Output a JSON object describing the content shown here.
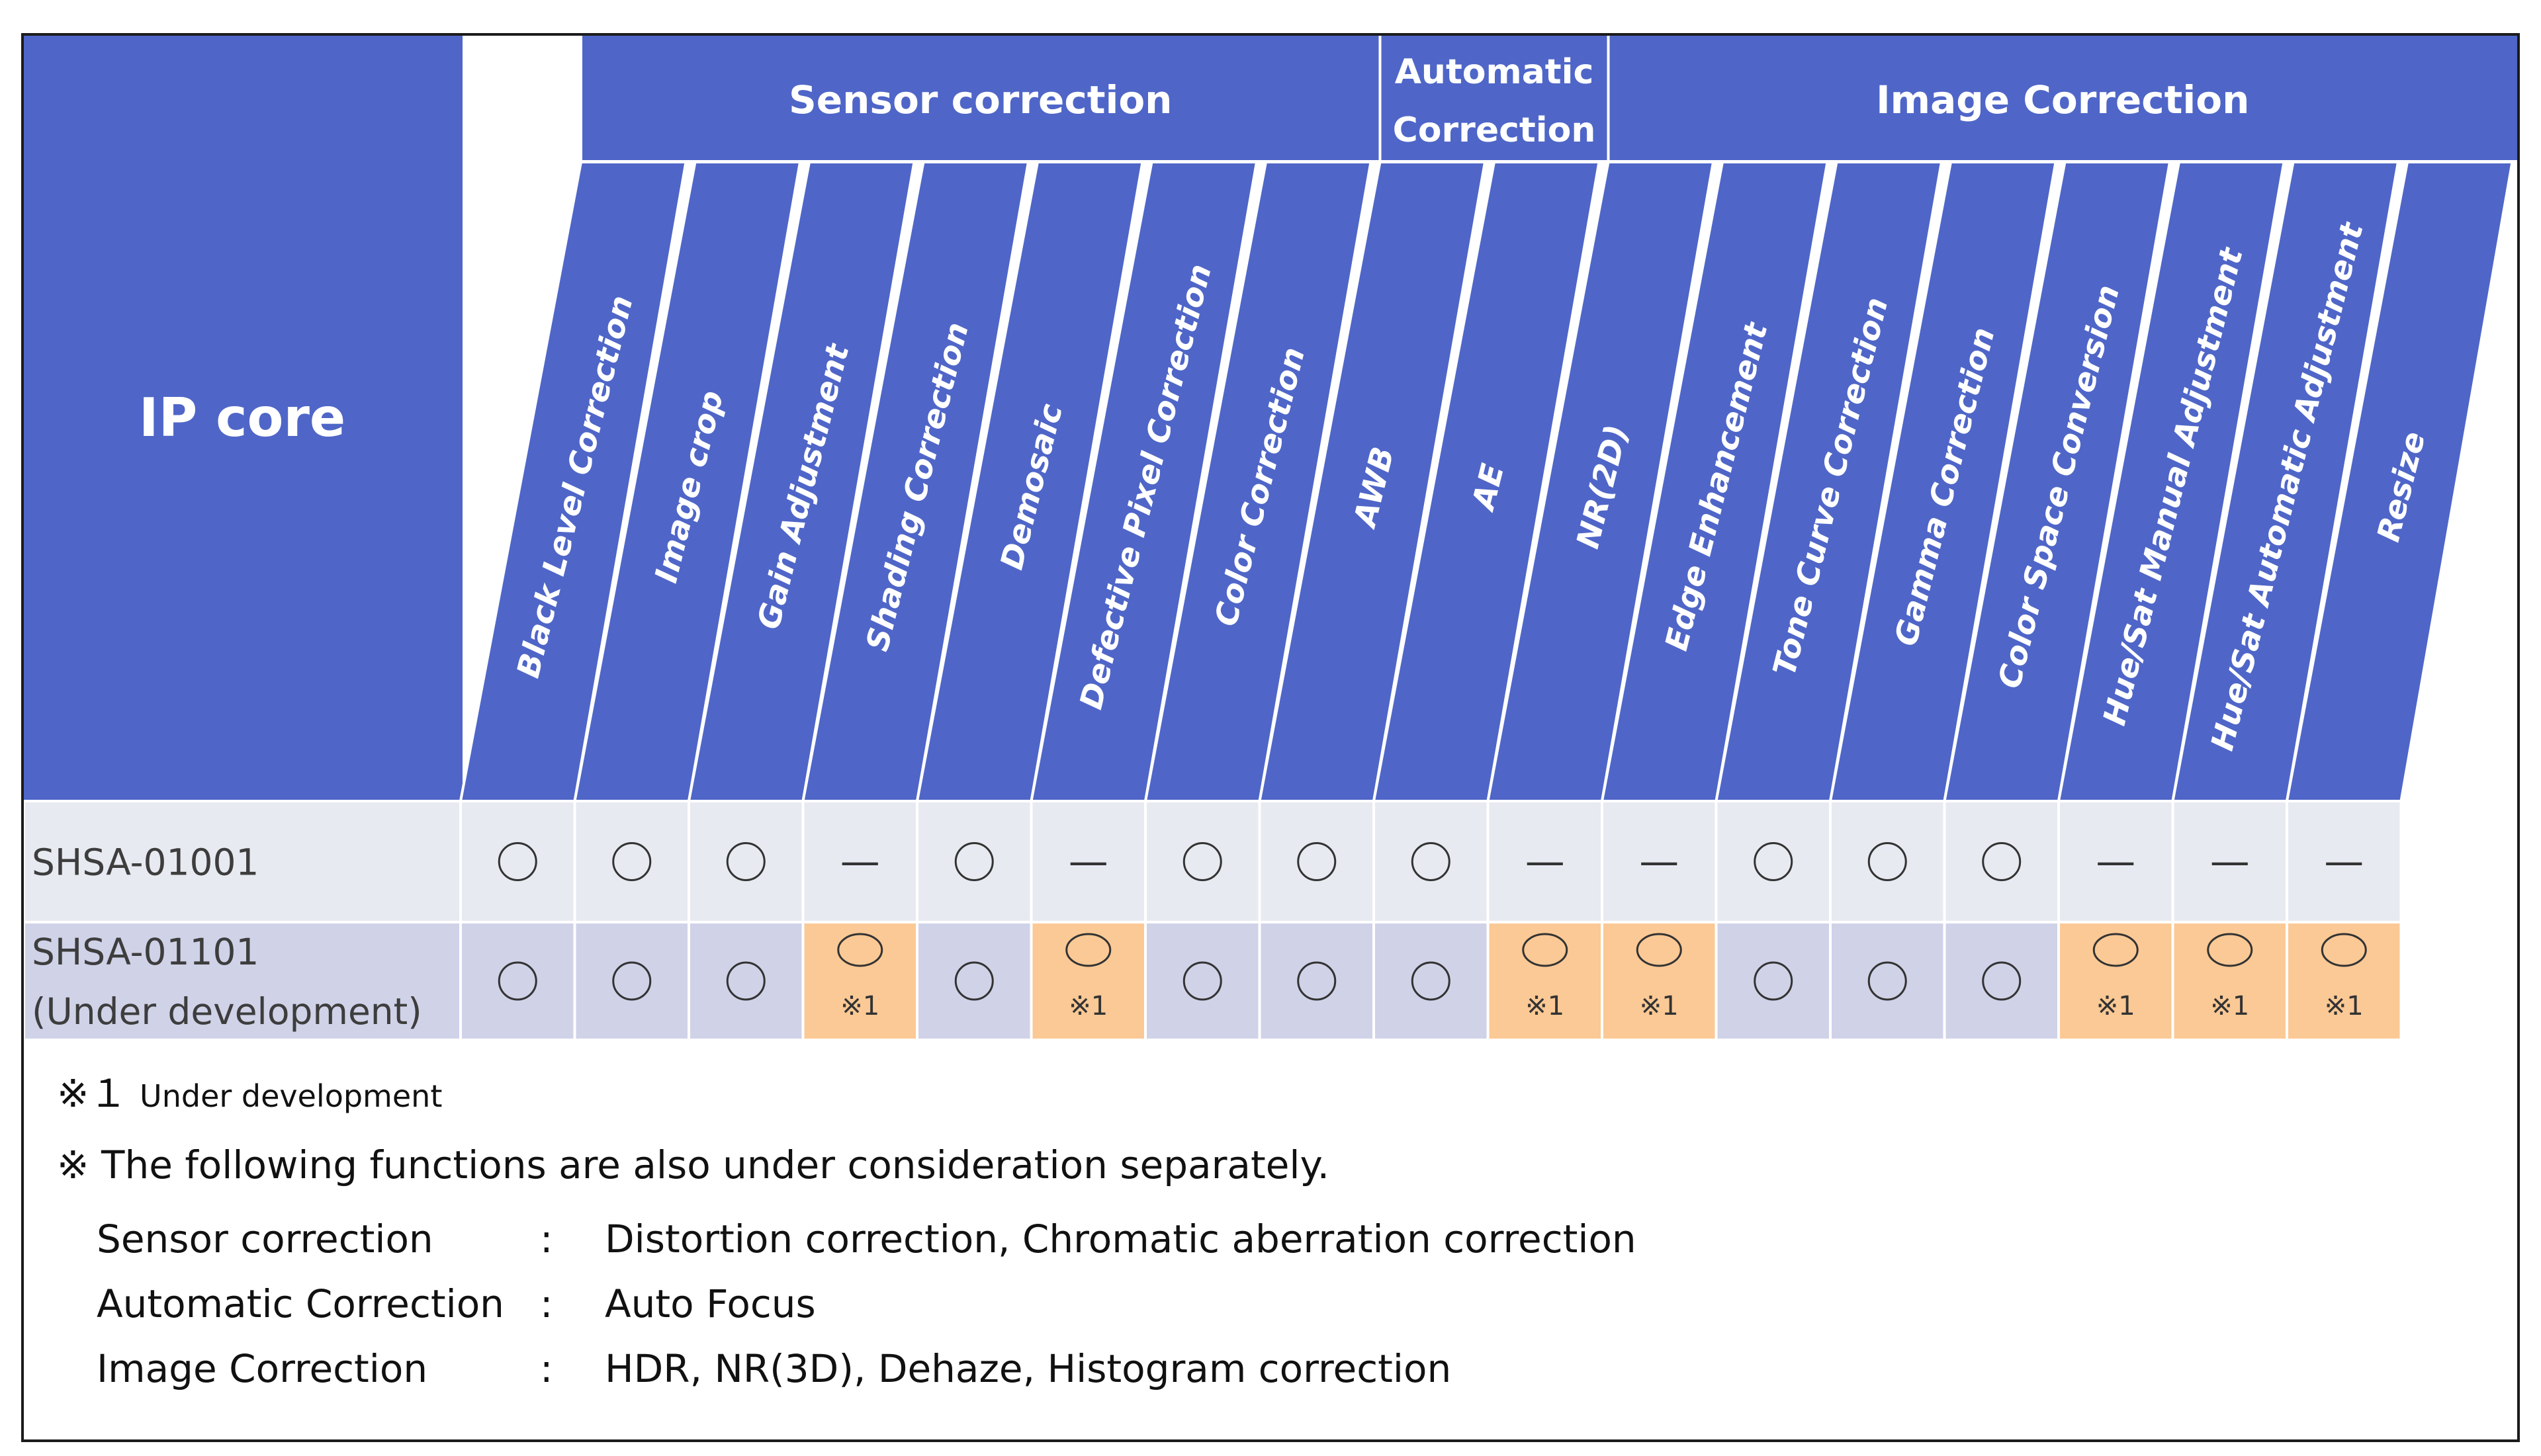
{
  "table": {
    "corner_label": "IP core",
    "groups": [
      {
        "label": "Sensor correction",
        "lines": [
          "Sensor correction"
        ],
        "start": 0,
        "end": 7
      },
      {
        "label": "Automatic Correction",
        "lines": [
          "Automatic",
          "Correction"
        ],
        "start": 7,
        "end": 9
      },
      {
        "label": "Image Correction",
        "lines": [
          "Image Correction"
        ],
        "start": 9,
        "end": 17
      }
    ],
    "columns": [
      "Black Level Correction",
      "Image crop",
      "Gain Adjustment",
      "Shading Correction",
      "Demosaic",
      "Defective Pixel Correction",
      "Color Correction",
      "AWB",
      "AE",
      "NR(2D)",
      "Edge Enhancement",
      "Tone Curve Correction",
      "Gamma Correction",
      "Color Space Conversion",
      "Hue/Sat Manual Adjustment",
      "Hue/Sat Automatic Adjustment",
      "Resize"
    ],
    "symbols": {
      "supported": "○",
      "not_supported": "—"
    },
    "note_marker": "※1",
    "rows": [
      {
        "name_lines": [
          "SHSA-01001"
        ],
        "cells": [
          "supported",
          "supported",
          "supported",
          "not_supported",
          "supported",
          "not_supported",
          "supported",
          "supported",
          "supported",
          "not_supported",
          "not_supported",
          "supported",
          "supported",
          "supported",
          "not_supported",
          "not_supported",
          "not_supported"
        ],
        "noted": []
      },
      {
        "name_lines": [
          "SHSA-01101",
          "(Under development)"
        ],
        "cells": [
          "supported",
          "supported",
          "supported",
          "supported",
          "supported",
          "supported",
          "supported",
          "supported",
          "supported",
          "supported",
          "supported",
          "supported",
          "supported",
          "supported",
          "supported",
          "supported",
          "supported"
        ],
        "noted": [
          3,
          5,
          9,
          10,
          14,
          15,
          16
        ]
      }
    ]
  },
  "notes": {
    "note1_marker": "※１",
    "note1_text": "Under development",
    "note2": "※ The following functions are also under consideration separately.",
    "functions": [
      {
        "category": "Sensor correction",
        "items": "Distortion correction, Chromatic aberration correction"
      },
      {
        "category": "Automatic Correction",
        "items": "Auto Focus"
      },
      {
        "category": "Image Correction",
        "items": "HDR, NR(3D), Dehaze, Histogram correction"
      }
    ],
    "colon": ":"
  },
  "colors": {
    "header_blue": "#4f66c8",
    "row1_background": "#e8eaf2",
    "row2_background": "#d0d2e8",
    "note_highlight": "#fbc995",
    "grid_line": "#ffffff"
  }
}
